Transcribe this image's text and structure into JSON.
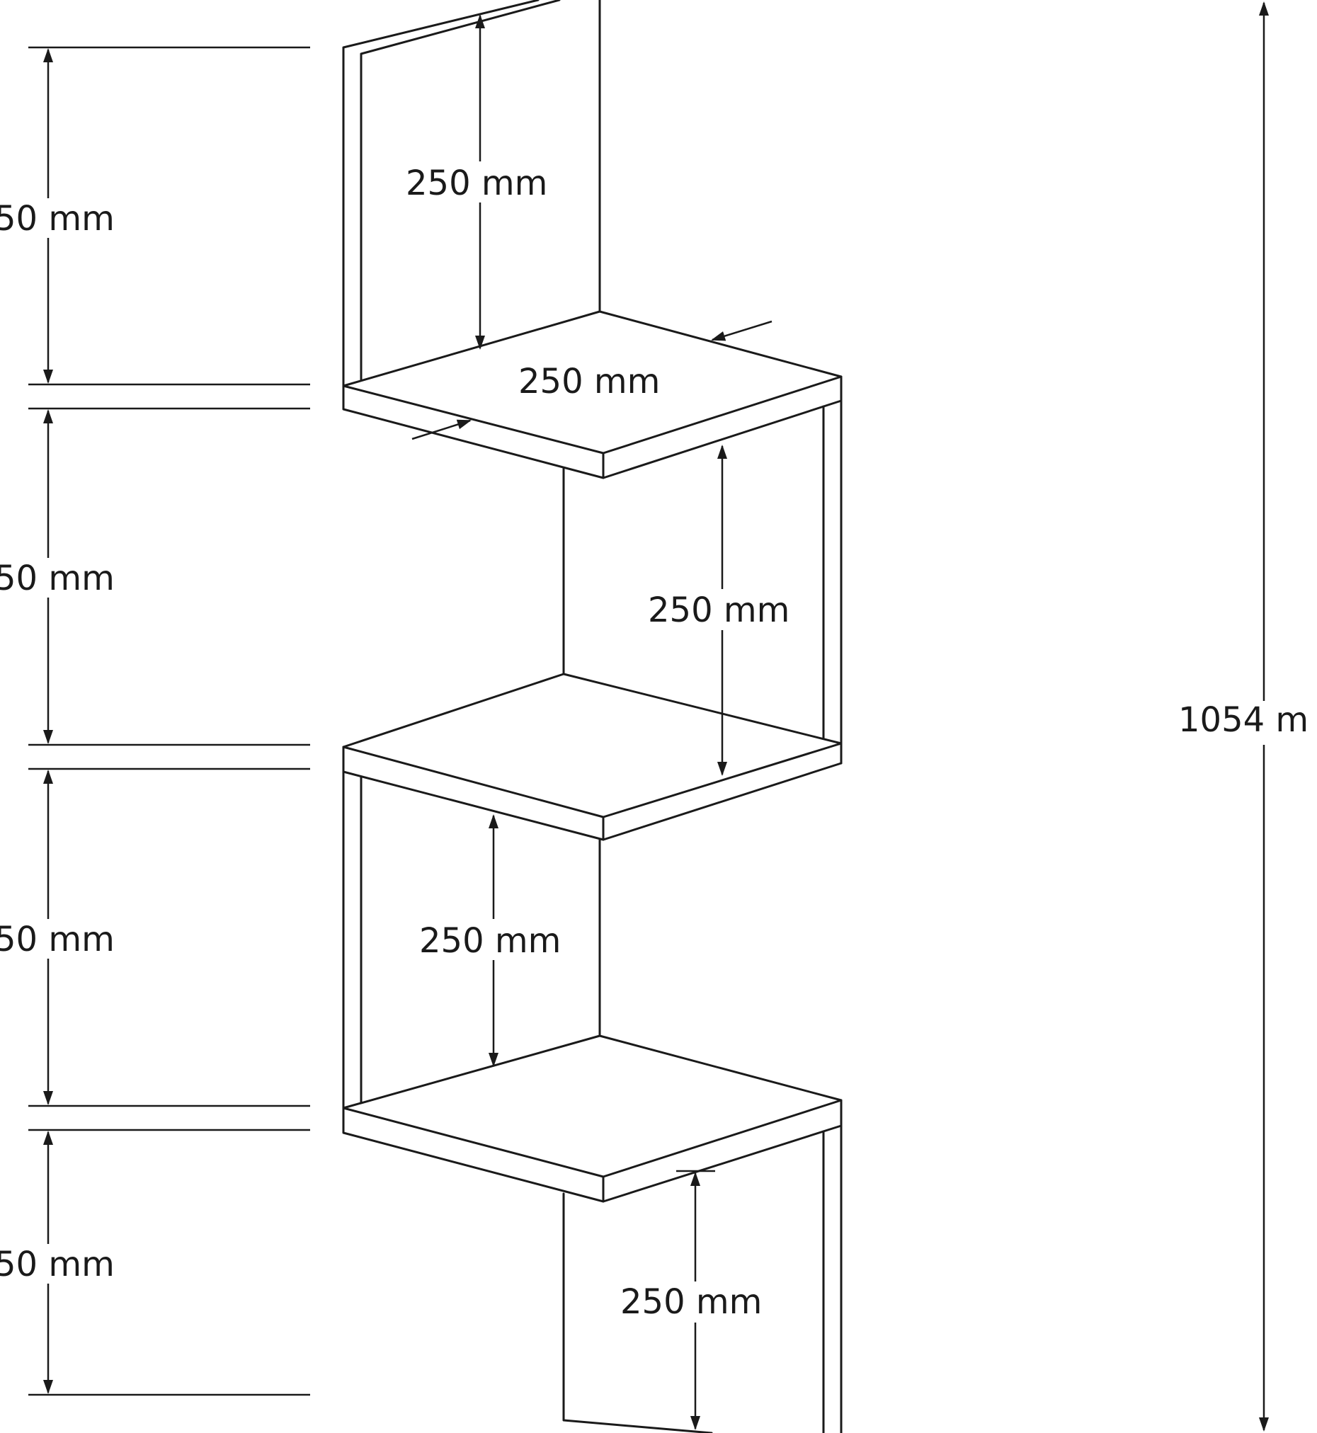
{
  "diagram": {
    "left_dimensions": [
      "50 mm",
      "50 mm",
      "50 mm",
      "50 mm"
    ],
    "inner_dimensions": {
      "top_back_height": "250 mm",
      "top_shelf_depth": "250 mm",
      "tier2_height": "250 mm",
      "tier3_height": "250 mm",
      "tier4_height": "250 mm"
    },
    "total_height": "1054 m"
  }
}
